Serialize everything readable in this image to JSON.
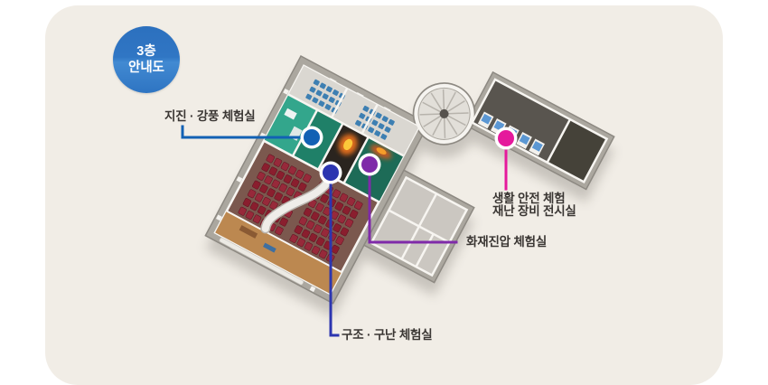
{
  "canvas": {
    "bg_color": "#ffffff",
    "card_color": "#f1ede6"
  },
  "badge": {
    "line1": "3층",
    "line2": "안내도",
    "bg_color": "#2e74c2",
    "text_color": "#ffffff"
  },
  "rooms": [
    {
      "id": "quake_wind",
      "label": "지진 · 강풍 체험실",
      "marker_color": "#1261b4"
    },
    {
      "id": "rescue",
      "label": "구조 · 구난 체험실",
      "marker_color": "#2c35b0"
    },
    {
      "id": "fire_fight",
      "label": "화재진압 체험실",
      "marker_color": "#7f2aa9"
    },
    {
      "id": "life_safety",
      "label_line1": "생활 안전 체험",
      "label_line2": "재난 장비 전시실",
      "marker_color": "#e5199c"
    }
  ],
  "legend_text_color": "#3a3633"
}
